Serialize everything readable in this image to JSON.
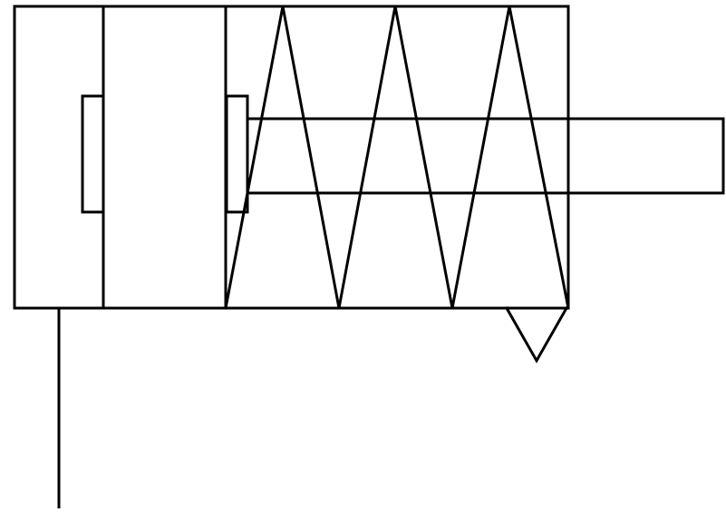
{
  "diagram": {
    "type": "pneumatic-cylinder-symbol",
    "background_color": "#ffffff",
    "stroke_color": "#000000",
    "components": [
      "cylinder-body",
      "end-cap",
      "piston",
      "piston-rod",
      "return-spring",
      "exhaust-port",
      "supply-line"
    ],
    "spring_peaks": 3
  }
}
